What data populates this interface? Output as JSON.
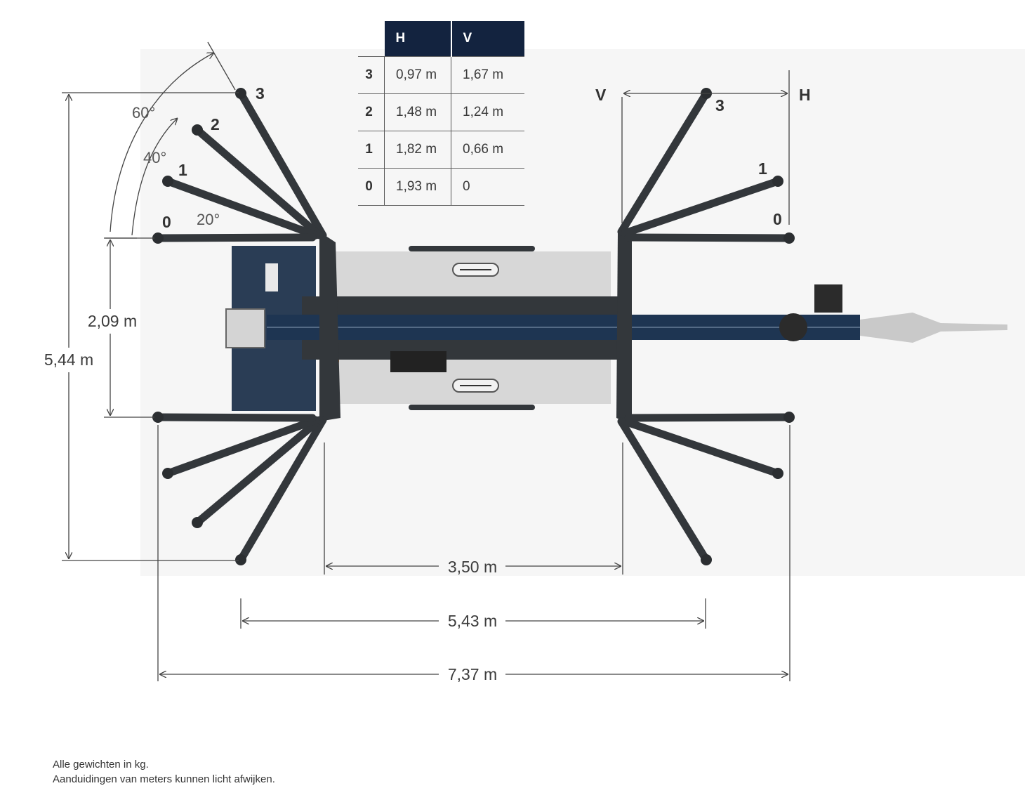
{
  "table": {
    "headers": [
      "H",
      "V"
    ],
    "rows": [
      {
        "pos": "3",
        "h": "0,97 m",
        "v": "1,67 m"
      },
      {
        "pos": "2",
        "h": "1,48 m",
        "v": "1,24 m"
      },
      {
        "pos": "1",
        "h": "1,82 m",
        "v": "0,66 m"
      },
      {
        "pos": "0",
        "h": "1,93 m",
        "v": "0"
      }
    ]
  },
  "dimensions": {
    "height_total": "5,44 m",
    "height_base": "2,09 m",
    "width_inner": "3,50 m",
    "width_mid": "5,43 m",
    "width_total": "7,37 m"
  },
  "angles": {
    "a20": "20°",
    "a40": "40°",
    "a60": "60°"
  },
  "positions": {
    "p0": "0",
    "p1": "1",
    "p2": "2",
    "p3": "3"
  },
  "axes": {
    "v_label": "V",
    "h_label": "H"
  },
  "footnote": {
    "line1": "Alle gewichten in kg.",
    "line2": "Aanduidingen van meters kunnen licht afwijken."
  },
  "colors": {
    "outrigger": "#33373b",
    "chassis": "#2a3d55",
    "boom": "#1e3552",
    "body": "#d8d8d8",
    "header": "#13233f"
  }
}
